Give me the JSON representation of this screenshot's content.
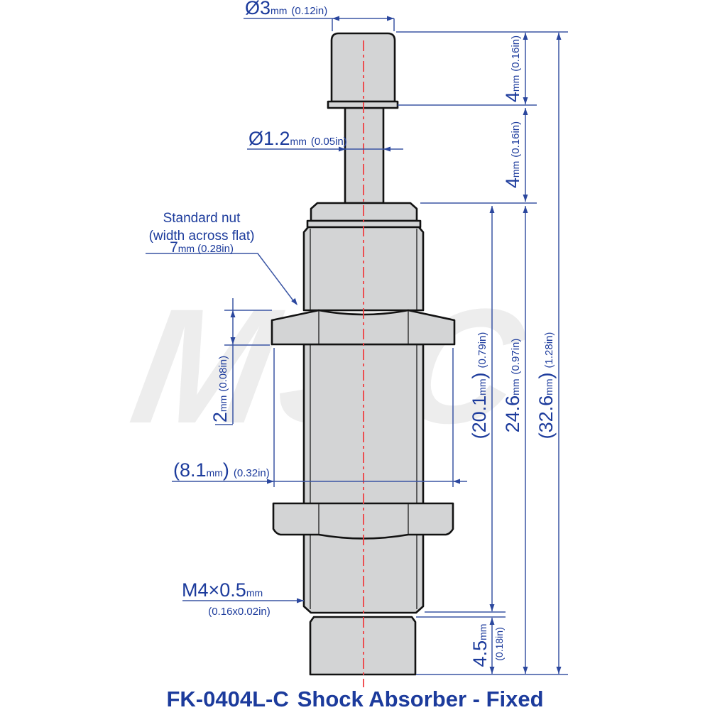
{
  "title": {
    "model": "FK-0404L-C",
    "name": "Shock Absorber - Fixed"
  },
  "watermark": "MSC",
  "colors": {
    "annotation_text": "#1c3b9c",
    "dimension_line": "#3a55a4",
    "part_fill": "#d3d4d5",
    "part_outline": "#121212",
    "centerline_red": "#ee4043",
    "watermark_gray": "#ededed"
  },
  "labels": {
    "top_diameter": {
      "value": "Ø3",
      "unit": "mm",
      "inch": "(0.12in)"
    },
    "rod_diameter": {
      "value": "Ø1.2",
      "unit": "mm",
      "inch": "(0.05in)"
    },
    "nut_note": {
      "line1": "Standard nut",
      "line2": "(width across flat)",
      "value": "7",
      "unit": "mm",
      "inch": "(0.28in)"
    },
    "nut_height": {
      "value": "2",
      "unit": "mm",
      "inch": "(0.08in)"
    },
    "hex_width": {
      "pre": "(",
      "value": "8.1",
      "unit": "mm",
      "post": ")",
      "inch": "(0.32in)"
    },
    "thread": {
      "value": "M4×0.5",
      "unit": "mm",
      "inch": "(0.16x0.02in)"
    },
    "cap_length": {
      "value": "4",
      "unit": "mm",
      "inch": "(0.16in)"
    },
    "rod_length": {
      "value": "4",
      "unit": "mm",
      "inch": "(0.16in)"
    },
    "body_length": {
      "pre": "(",
      "value": "20.1",
      "unit": "mm",
      "post": ")",
      "inch": "(0.79in)"
    },
    "mount_length": {
      "value": "24.6",
      "unit": "mm",
      "inch": "(0.97in)"
    },
    "overall_length": {
      "pre": "(",
      "value": "32.6",
      "unit": "mm",
      "post": ")",
      "inch": "(1.28in)"
    },
    "base_length": {
      "value": "4.5",
      "unit": "mm",
      "inch": "(0.18in)"
    }
  }
}
